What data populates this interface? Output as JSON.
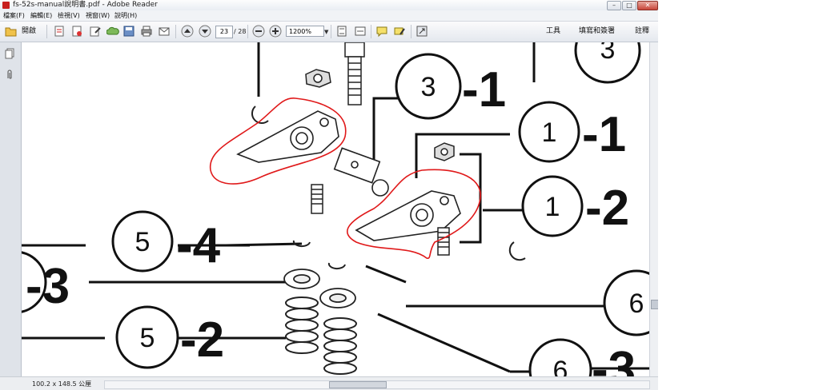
{
  "window": {
    "title": "fs-52s-manual說明書.pdf - Adobe Reader",
    "minimize": "–",
    "maximize": "□",
    "close": "✕"
  },
  "menu": [
    "檔案(F)",
    "編輯(E)",
    "檢視(V)",
    "視窗(W)",
    "說明(H)"
  ],
  "toolbar": {
    "open_label": "開啟",
    "current_page": "23",
    "total_pages": "/ 28",
    "zoom": "1200%",
    "tools_label": "工具",
    "fill_sign_label": "填寫和簽署",
    "comment_label": "註釋"
  },
  "status": {
    "page_size": "100.2 x 148.5 公厘"
  },
  "diagram": {
    "callouts": [
      {
        "num": "3",
        "suffix": "-1"
      },
      {
        "num": "1",
        "suffix": "-1"
      },
      {
        "num": "1",
        "suffix": "-2"
      },
      {
        "num": "5",
        "suffix": "-4"
      },
      {
        "num": "5",
        "suffix": "-2"
      },
      {
        "num": "6",
        "suffix": ""
      },
      {
        "num": "6",
        "suffix": "-3"
      },
      {
        "num": "3",
        "suffix": ""
      },
      {
        "num": "",
        "suffix": "-3"
      }
    ]
  },
  "colors": {
    "highlight": "#e0191a",
    "line": "#111111"
  }
}
